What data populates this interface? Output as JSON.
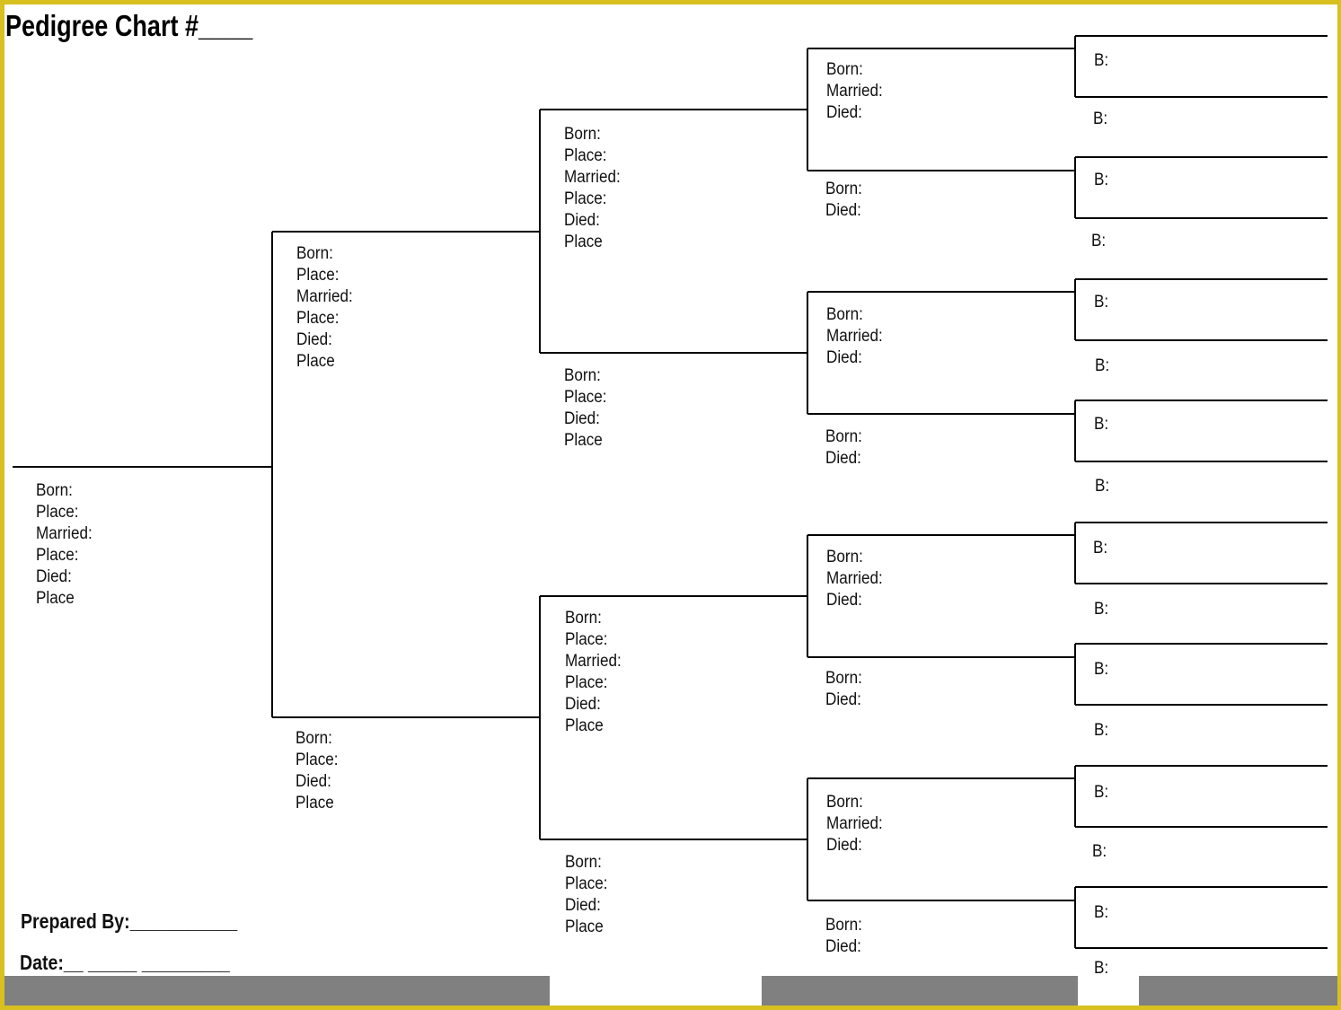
{
  "title": "Pedigree Chart #____",
  "generations": {
    "gen1": [
      {
        "lines": [
          "Born:",
          "Place:",
          "Married:",
          "Place:",
          "Died:",
          "Place"
        ]
      }
    ],
    "gen2": [
      {
        "lines": [
          "Born:",
          "Place:",
          "Married:",
          "Place:",
          "Died:",
          "Place"
        ]
      },
      {
        "lines": [
          "Born:",
          "Place:",
          "Died:",
          "Place"
        ]
      }
    ],
    "gen3": [
      {
        "lines": [
          "Born:",
          "Place:",
          "Married:",
          "Place:",
          "Died:",
          "Place"
        ]
      },
      {
        "lines": [
          "Born:",
          "Place:",
          "Died:",
          "Place"
        ]
      },
      {
        "lines": [
          "Born:",
          "Place:",
          "Married:",
          "Place:",
          "Died:",
          "Place"
        ]
      },
      {
        "lines": [
          "Born:",
          "Place:",
          "Died:",
          "Place"
        ]
      }
    ],
    "gen4": [
      {
        "lines": [
          "Born:",
          "Married:",
          "Died:"
        ]
      },
      {
        "lines": [
          "Born:",
          "Died:"
        ]
      },
      {
        "lines": [
          "Born:",
          "Married:",
          "Died:"
        ]
      },
      {
        "lines": [
          "Born:",
          "Died:"
        ]
      },
      {
        "lines": [
          "Born:",
          "Married:",
          "Died:"
        ]
      },
      {
        "lines": [
          "Born:",
          "Died:"
        ]
      },
      {
        "lines": [
          "Born:",
          "Married:",
          "Died:"
        ]
      },
      {
        "lines": [
          "Born:",
          "Died:"
        ]
      }
    ],
    "gen5_label": "B:"
  },
  "footer": {
    "prepared_by": "Prepared By:___________",
    "date": "Date:__ _____ _________"
  },
  "colors": {
    "frame": "#d8c020",
    "line": "#000000",
    "bottom_bar": "#808080"
  }
}
